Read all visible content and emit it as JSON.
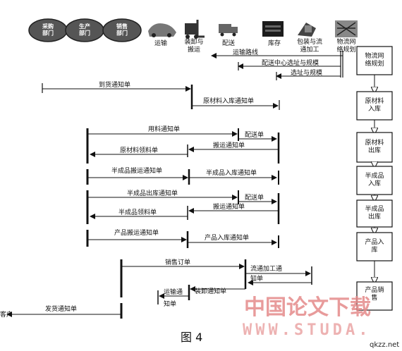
{
  "departments": [
    {
      "label": "采购\n部门"
    },
    {
      "label": "生产\n部门"
    },
    {
      "label": "销售\n部门"
    }
  ],
  "functions": [
    {
      "label": "运输",
      "icon": "truck-icon"
    },
    {
      "label": "装卸与\n搬运",
      "icon": "forklift-icon"
    },
    {
      "label": "配送",
      "icon": "delivery-icon"
    },
    {
      "label": "库存",
      "icon": "warehouse-icon"
    },
    {
      "label": "包装与流\n通加工",
      "icon": "packaging-icon"
    },
    {
      "label": "物流网\n络规划",
      "icon": "network-icon"
    }
  ],
  "messages": {
    "m1": "运输路线",
    "m2": "配送中心选址与规模",
    "m3": "选址与规模",
    "m4": "到货通知单",
    "m5": "原材料入库通知单",
    "m6": "用料通知单",
    "m7": "配送单",
    "m8": "搬运通知单",
    "m9": "原材料领料单",
    "m10": "半成品搬运通知单",
    "m11": "半成品入库通知单",
    "m12": "半成品出库通知单",
    "m13": "配送单",
    "m14": "搬运通知单",
    "m15": "半成品领料单",
    "m16": "产品搬运通知单",
    "m17": "产品入库通知单",
    "m18": "销售订单",
    "m19": "流通加工通",
    "m20": "知单",
    "m21": "运输通",
    "m22": "知单",
    "m23": "装卸通知单",
    "m24": "发货通知单",
    "m25": "客户"
  },
  "process_steps": [
    {
      "label": "物流网\n络规划"
    },
    {
      "label": "原材料\n入库"
    },
    {
      "label": "原材料\n出库"
    },
    {
      "label": "半成品\n入库"
    },
    {
      "label": "半成品\n出库"
    },
    {
      "label": "产品入\n库"
    },
    {
      "label": "产品销\n售"
    }
  ],
  "figure_caption": "图 4",
  "watermark": {
    "cn": "中国论文下载",
    "en": "WWW.STUDA.",
    "site": "qkzz.net"
  }
}
